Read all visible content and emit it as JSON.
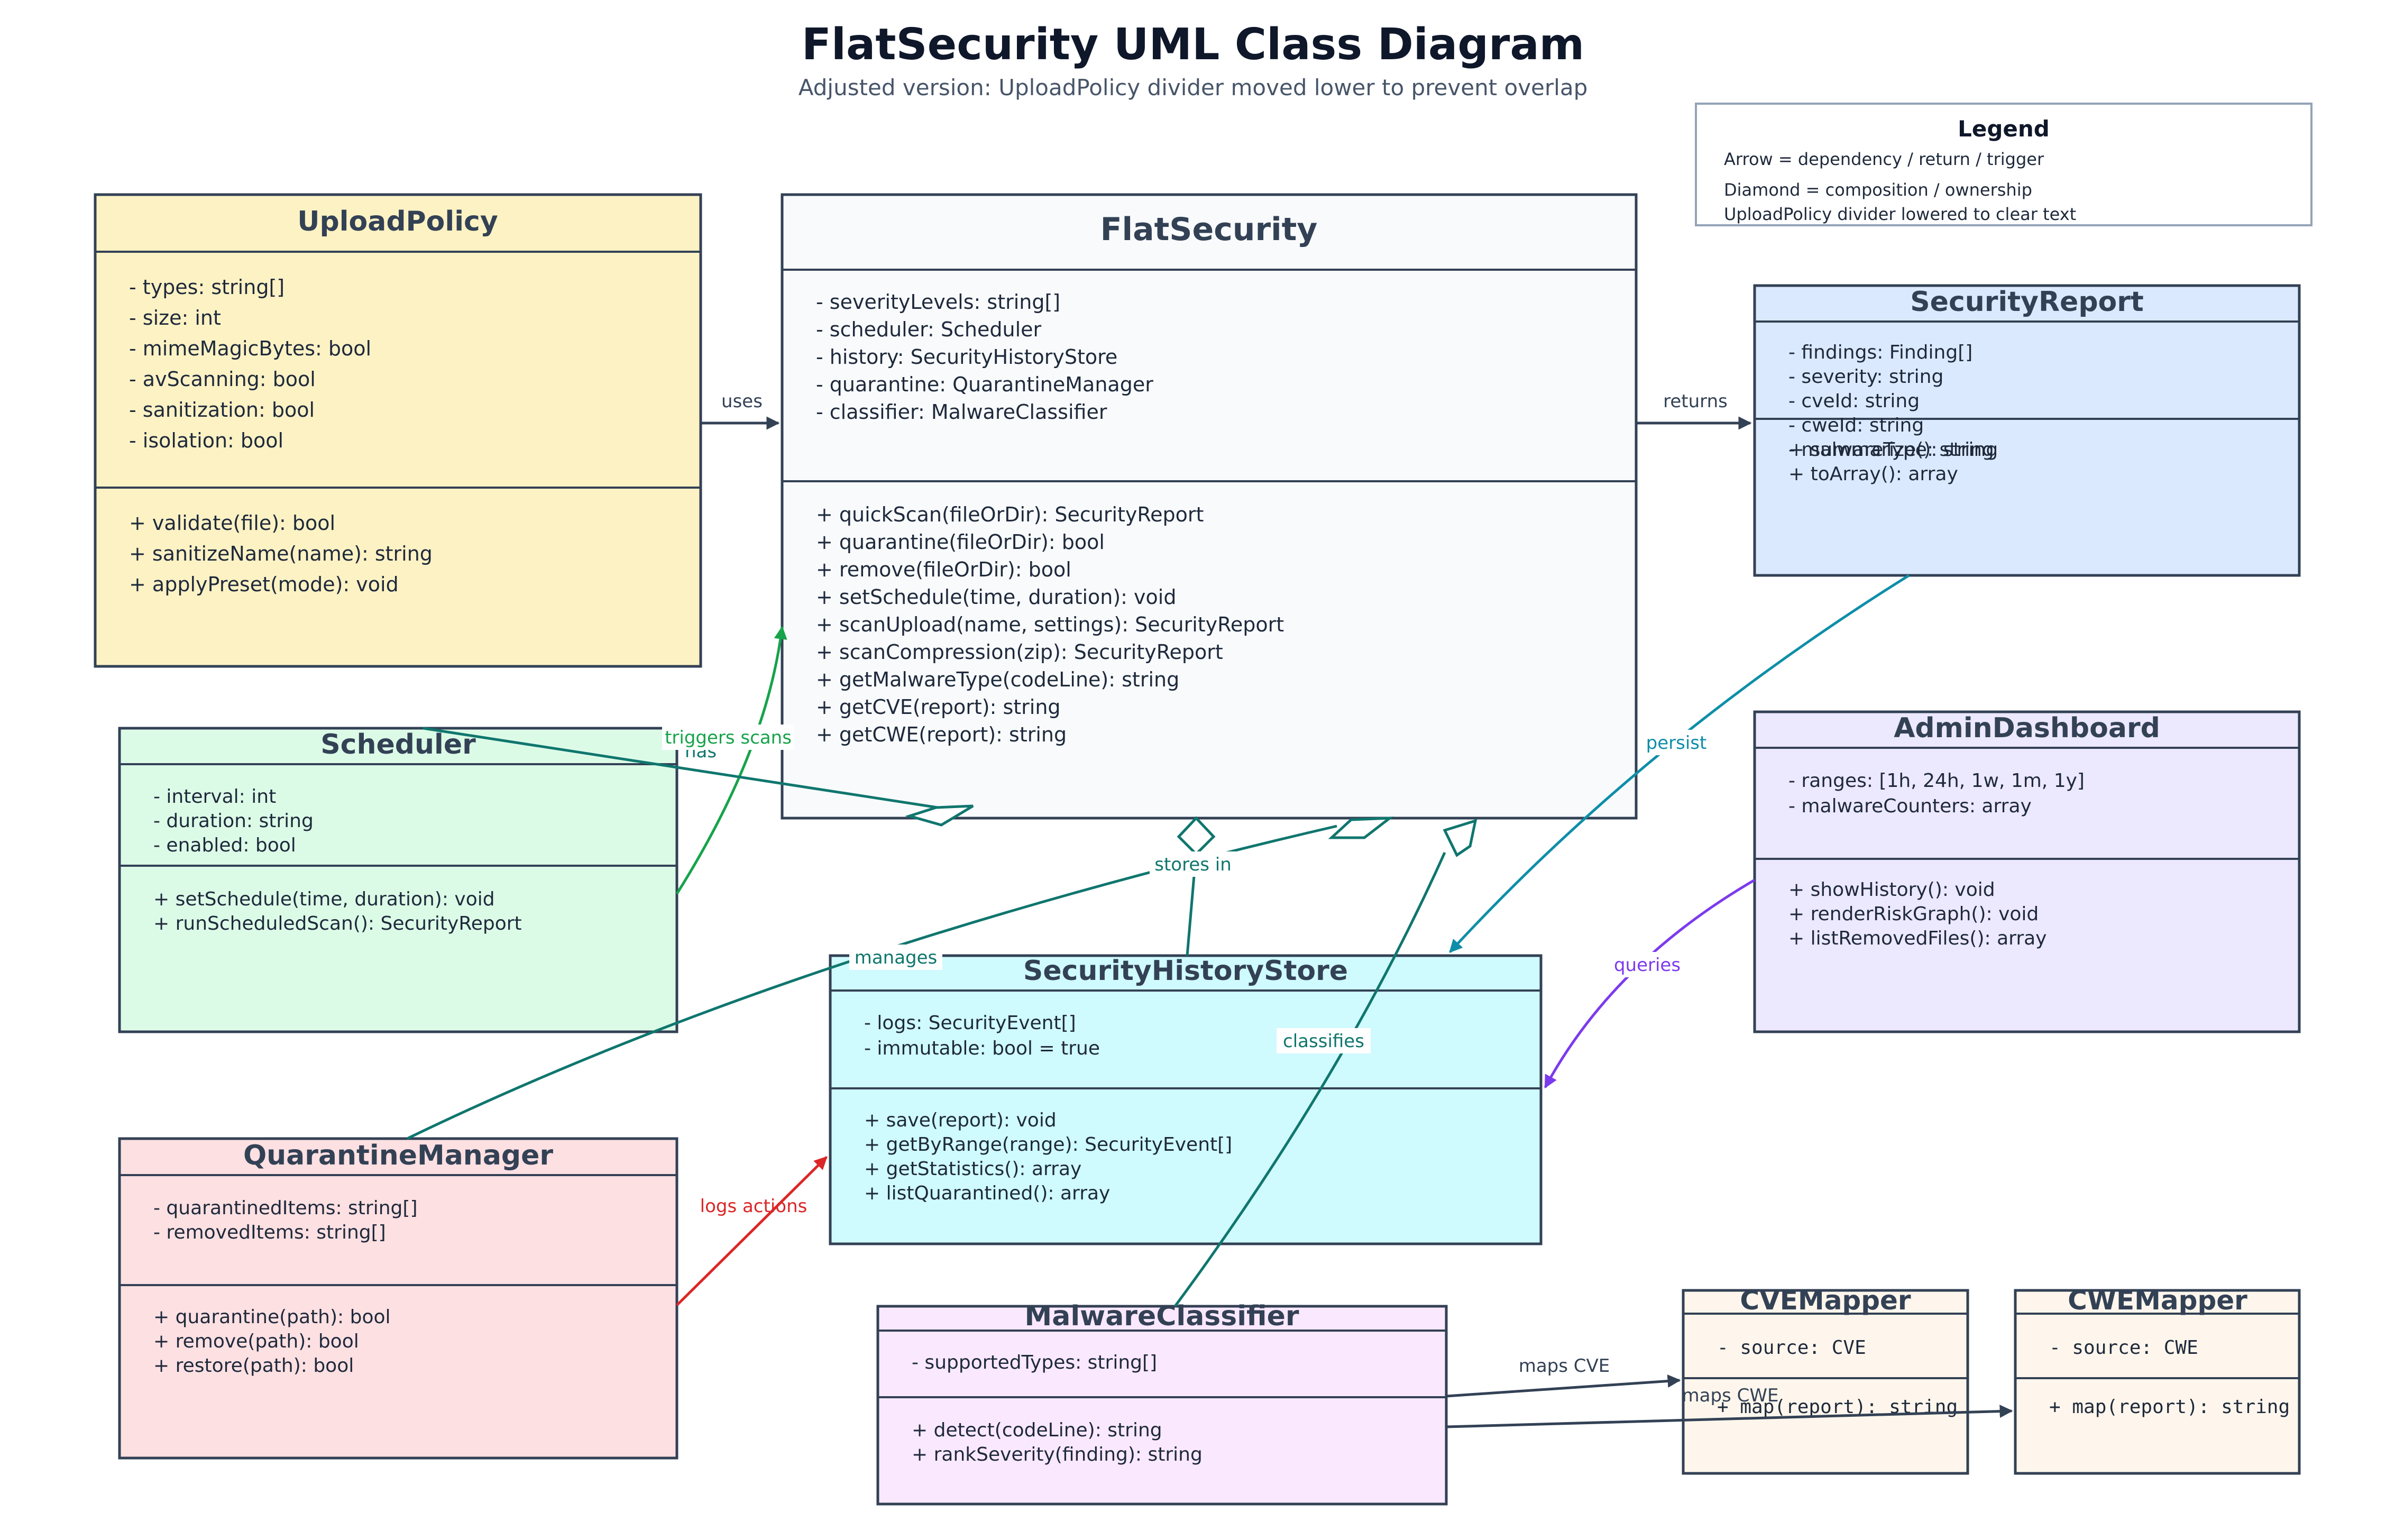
{
  "title": "FlatSecurity UML Class Diagram",
  "subtitle": "Adjusted version: UploadPolicy divider moved lower to prevent overlap",
  "legend": {
    "title": "Legend",
    "items": [
      "Arrow = dependency / return / trigger",
      "Diamond = composition / ownership",
      "UploadPolicy divider lowered to clear text"
    ]
  },
  "classes": {
    "upload": {
      "name": "UploadPolicy",
      "attrs": [
        "- types: string[]",
        "- size: int",
        "- mimeMagicBytes: bool",
        "- avScanning: bool",
        "- sanitization: bool",
        "- isolation: bool"
      ],
      "methods": [
        "+ validate(file): bool",
        "+ sanitizeName(name): string",
        "+ applyPreset(mode): void"
      ]
    },
    "flat": {
      "name": "FlatSecurity",
      "attrs": [
        "- severityLevels: string[]",
        "- scheduler: Scheduler",
        "- history: SecurityHistoryStore",
        "- quarantine: QuarantineManager",
        "- classifier: MalwareClassifier"
      ],
      "methods": [
        "+ quickScan(fileOrDir): SecurityReport",
        "+ quarantine(fileOrDir): bool",
        "+ remove(fileOrDir): bool",
        "+ setSchedule(time, duration): void",
        "+ scanUpload(name, settings): SecurityReport",
        "+ scanCompression(zip): SecurityReport",
        "+ getMalwareType(codeLine): string",
        "+ getCVE(report): string",
        "+ getCWE(report): string"
      ]
    },
    "report": {
      "name": "SecurityReport",
      "attrs": [
        "- findings: Finding[]",
        "- severity: string",
        "- cveId: string",
        "- cweId: string",
        "- malwareType: string"
      ],
      "methods": [
        "+ summarize(): string",
        "+ toArray(): array"
      ]
    },
    "scheduler": {
      "name": "Scheduler",
      "attrs": [
        "- interval: int",
        "- duration: string",
        "- enabled: bool"
      ],
      "methods": [
        "+ setSchedule(time, duration): void",
        "+ runScheduledScan(): SecurityReport"
      ]
    },
    "admin": {
      "name": "AdminDashboard",
      "attrs": [
        "- ranges: [1h, 24h, 1w, 1m, 1y]",
        "- malwareCounters: array"
      ],
      "methods": [
        "+ showHistory(): void",
        "+ renderRiskGraph(): void",
        "+ listRemovedFiles(): array"
      ]
    },
    "history": {
      "name": "SecurityHistoryStore",
      "attrs": [
        "- logs: SecurityEvent[]",
        "- immutable: bool = true"
      ],
      "methods": [
        "+ save(report): void",
        "+ getByRange(range): SecurityEvent[]",
        "+ getStatistics(): array",
        "+ listQuarantined(): array"
      ]
    },
    "quarantine": {
      "name": "QuarantineManager",
      "attrs": [
        "- quarantinedItems: string[]",
        "- removedItems: string[]"
      ],
      "methods": [
        "+ quarantine(path): bool",
        "+ remove(path): bool",
        "+ restore(path): bool"
      ]
    },
    "malware": {
      "name": "MalwareClassifier",
      "attrs": [
        "- supportedTypes: string[]"
      ],
      "methods": [
        "+ detect(codeLine): string",
        "+ rankSeverity(finding): string"
      ]
    },
    "cve": {
      "name": "CVEMapper",
      "attrs": [
        "- source: CVE"
      ],
      "methods": [
        "+ map(report): string"
      ]
    },
    "cwe": {
      "name": "CWEMapper",
      "attrs": [
        "- source: CWE"
      ],
      "methods": [
        "+ map(report): string"
      ]
    }
  },
  "edge_labels": {
    "uses": "uses",
    "returns": "returns",
    "triggers": "triggers scans",
    "has": "has",
    "persist": "persist",
    "stores": "stores in",
    "manages": "manages",
    "classifies": "classifies",
    "queries": "queries",
    "logs": "logs actions",
    "maps_cve": "maps CVE",
    "maps_cwe": "maps CWE"
  },
  "colors": {
    "upload_fill": "#fdf2c4",
    "flat_fill": "#f8fafc",
    "report_fill": "#dbe9fe",
    "scheduler_fill": "#dcfbe7",
    "admin_fill": "#ece8fe",
    "history_fill": "#cffafe",
    "quarantine_fill": "#fde0e2",
    "malware_fill": "#fae8ff",
    "mapper_fill": "#fef6ec",
    "border": "#334155",
    "teal": "#0f766e",
    "green": "#16a34a",
    "cyan": "#0e8ea8",
    "purple": "#7c3aed",
    "red": "#dc2626"
  }
}
